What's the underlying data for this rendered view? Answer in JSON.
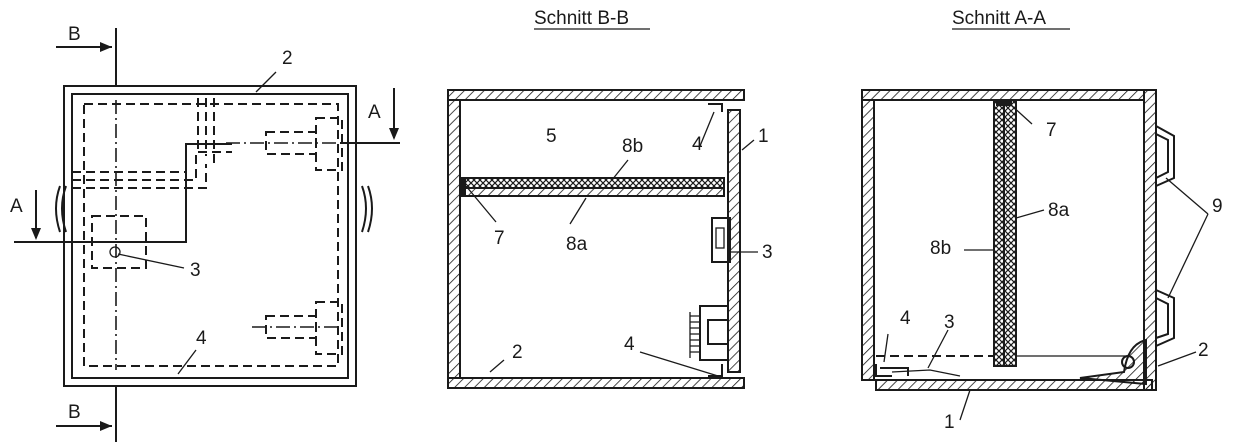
{
  "titles": {
    "section_b": "Schnitt B-B",
    "section_a": "Schnitt A-A"
  },
  "top_view": {
    "labels": {
      "b_top": "B",
      "b_bottom": "B",
      "a_right": "A",
      "a_left": "A",
      "n2": "2",
      "n3": "3",
      "n4": "4"
    }
  },
  "section_bb": {
    "labels": {
      "n5": "5",
      "n8b": "8b",
      "n4_top": "4",
      "n1": "1",
      "n7": "7",
      "n8a": "8a",
      "n3": "3",
      "n2": "2",
      "n4_bottom": "4"
    }
  },
  "section_aa": {
    "labels": {
      "n7": "7",
      "n9": "9",
      "n8a": "8a",
      "n8b": "8b",
      "n4": "4",
      "n3": "3",
      "n2": "2",
      "n1": "1"
    }
  }
}
